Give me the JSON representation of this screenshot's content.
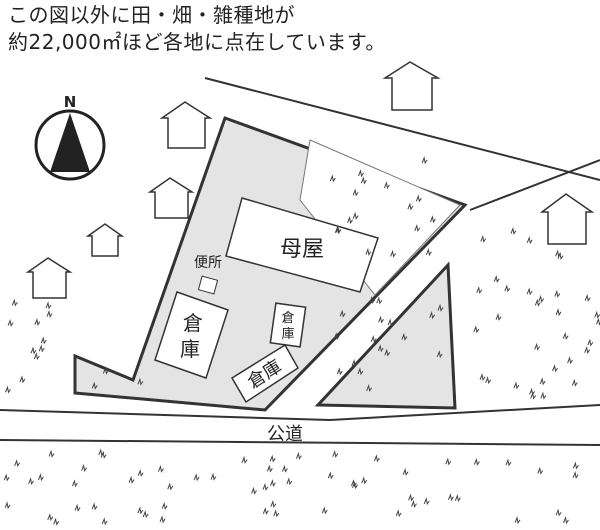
{
  "caption": {
    "line1": "この図以外に田・畑・雑種地が",
    "line2": "約22,000㎡ほど各地に点在しています。"
  },
  "compass": {
    "label": "N"
  },
  "labels": {
    "main_house": "母屋",
    "toilet": "便所",
    "storehouse_1": "倉庫",
    "storehouse_2": "倉庫",
    "storehouse_3": "倉庫",
    "public_road": "公道"
  },
  "colors": {
    "lot": "#e4e4e4",
    "line": "#333333",
    "building": "#ffffff"
  }
}
